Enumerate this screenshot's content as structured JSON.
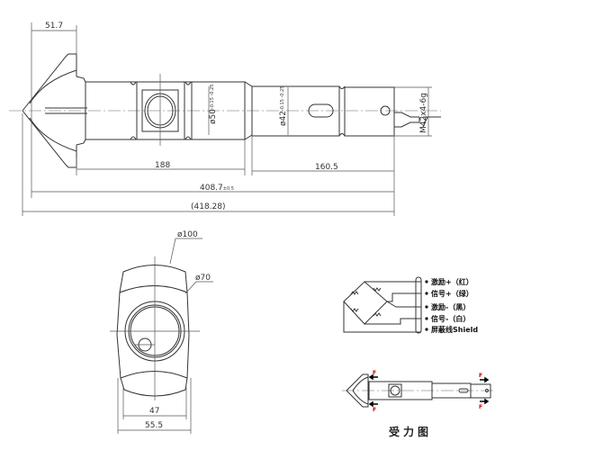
{
  "main_view": {
    "dim_head_length": "51.7",
    "dim_body_length": "188",
    "dim_thread_length": "160.5",
    "dim_total_length": "408.7",
    "dim_total_tolerance": "±0.5",
    "dim_overall_ref": "(418.28)",
    "dia_body": "ø50",
    "dia_body_tol": "-0.15 -0.25",
    "dia_shaft": "ø42",
    "dia_shaft_tol": "-0.15 -0.25",
    "thread_spec": "M42x4-6g"
  },
  "end_view": {
    "dia_outer": "ø100",
    "dia_inner": "ø70",
    "dim_inner_width": "47",
    "dim_outer_width": "55.5"
  },
  "wiring": {
    "labels": [
      "激励+（红）",
      "信号+（绿）",
      "激励-（黑）",
      "信号-（白）",
      "屏蔽线Shield"
    ]
  },
  "force_diagram": {
    "force_label": "F",
    "title": "受力图"
  }
}
